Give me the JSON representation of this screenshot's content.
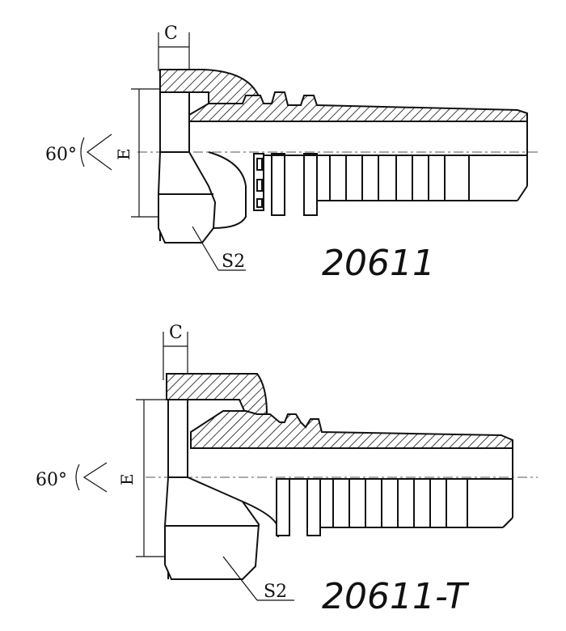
{
  "drawings": [
    {
      "part_number": "20611",
      "dim_c": "C",
      "dim_e": "E",
      "dim_s2": "S2",
      "angle": "60°"
    },
    {
      "part_number": "20611-T",
      "dim_c": "C",
      "dim_e": "E",
      "dim_s2": "S2",
      "angle": "60°"
    }
  ]
}
